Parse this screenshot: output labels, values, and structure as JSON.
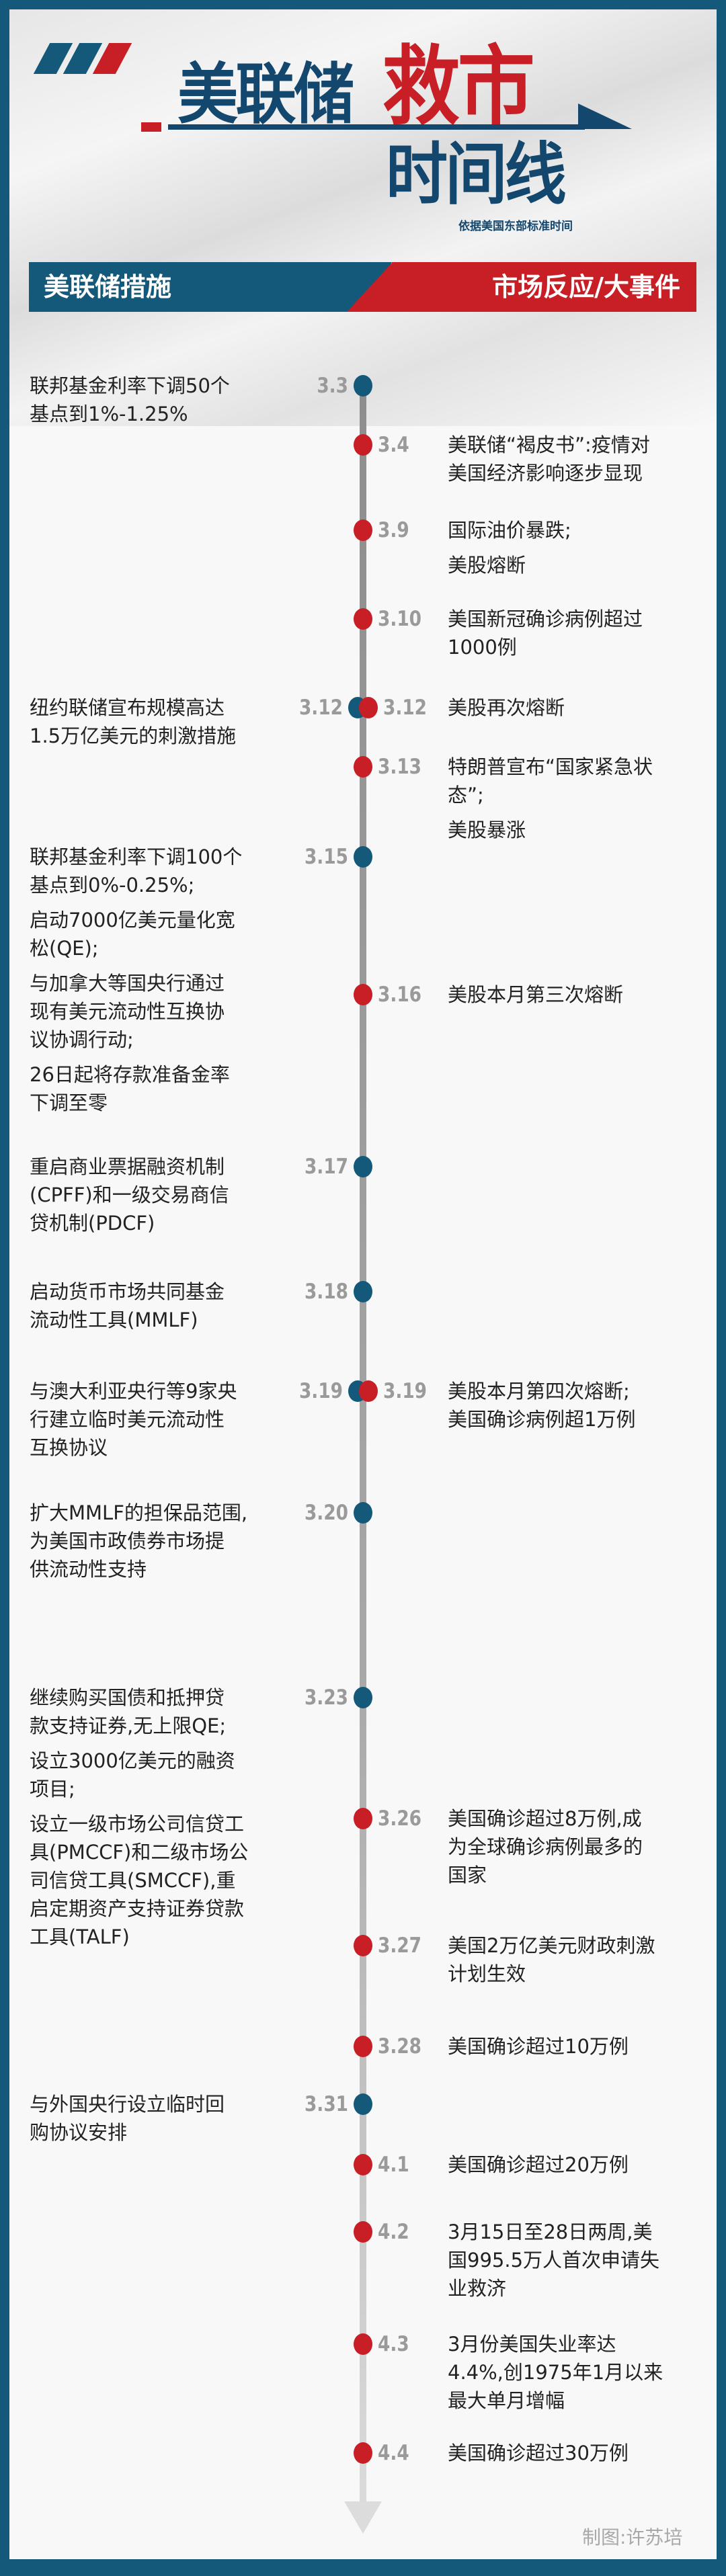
{
  "header": {
    "title_part1": "美联储",
    "title_part2": "救市",
    "title_line2": "时间线",
    "subtitle": "依据美国东部标准时间"
  },
  "banners": {
    "left": "美联储措施",
    "right": "市场反应/大事件"
  },
  "colors": {
    "fed_blue": "#14587a",
    "event_red": "#c81e26",
    "date_gray": "#9a9a9a"
  },
  "fed_measures": [
    {
      "date": "3.3",
      "paragraphs": [
        [
          "联邦基金利率下调50个",
          "基点到1%-1.25%"
        ]
      ]
    },
    {
      "date": "3.12",
      "paragraphs": [
        [
          "纽约联储宣布规模高达",
          "1.5万亿美元的刺激措施"
        ]
      ]
    },
    {
      "date": "3.15",
      "paragraphs": [
        [
          "联邦基金利率下调100个",
          "基点到0%-0.25%;"
        ],
        [
          "启动7000亿美元量化宽",
          "松(QE);"
        ],
        [
          "与加拿大等国央行通过",
          "现有美元流动性互换协",
          "议协调行动;"
        ],
        [
          "26日起将存款准备金率",
          "下调至零"
        ]
      ]
    },
    {
      "date": "3.17",
      "paragraphs": [
        [
          "重启商业票据融资机制",
          "(CPFF)和一级交易商信",
          "贷机制(PDCF)"
        ]
      ]
    },
    {
      "date": "3.18",
      "paragraphs": [
        [
          "启动货币市场共同基金",
          "流动性工具(MMLF)"
        ]
      ]
    },
    {
      "date": "3.19",
      "paragraphs": [
        [
          "与澳大利亚央行等9家央",
          "行建立临时美元流动性",
          "互换协议"
        ]
      ]
    },
    {
      "date": "3.20",
      "paragraphs": [
        [
          "扩大MMLF的担保品范围,",
          "为美国市政债券市场提",
          "供流动性支持"
        ]
      ]
    },
    {
      "date": "3.23",
      "paragraphs": [
        [
          "继续购买国债和抵押贷",
          "款支持证券,无上限QE;"
        ],
        [
          "设立3000亿美元的融资",
          "项目;"
        ],
        [
          "设立一级市场公司信贷工",
          "具(PMCCF)和二级市场公",
          "司信贷工具(SMCCF),重",
          "启定期资产支持证券贷款",
          "工具(TALF)"
        ]
      ]
    },
    {
      "date": "3.31",
      "paragraphs": [
        [
          "与外国央行设立临时回",
          "购协议安排"
        ]
      ]
    }
  ],
  "market_events": [
    {
      "date": "3.4",
      "paragraphs": [
        [
          "美联储“褐皮书”:疫情对",
          "美国经济影响逐步显现"
        ]
      ]
    },
    {
      "date": "3.9",
      "paragraphs": [
        [
          "国际油价暴跌;"
        ],
        [
          "美股熔断"
        ]
      ]
    },
    {
      "date": "3.10",
      "paragraphs": [
        [
          "美国新冠确诊病例超过",
          "1000例"
        ]
      ]
    },
    {
      "date": "3.12",
      "paragraphs": [
        [
          "美股再次熔断"
        ]
      ]
    },
    {
      "date": "3.13",
      "paragraphs": [
        [
          "特朗普宣布“国家紧急状",
          "态”;"
        ],
        [
          "美股暴涨"
        ]
      ]
    },
    {
      "date": "3.16",
      "paragraphs": [
        [
          "美股本月第三次熔断"
        ]
      ]
    },
    {
      "date": "3.19",
      "paragraphs": [
        [
          "美股本月第四次熔断;",
          "美国确诊病例超1万例"
        ]
      ]
    },
    {
      "date": "3.26",
      "paragraphs": [
        [
          "美国确诊超过8万例,成",
          "为全球确诊病例最多的",
          "国家"
        ]
      ]
    },
    {
      "date": "3.27",
      "paragraphs": [
        [
          "美国2万亿美元财政刺激",
          "计划生效"
        ]
      ]
    },
    {
      "date": "3.28",
      "paragraphs": [
        [
          "美国确诊超过10万例"
        ]
      ]
    },
    {
      "date": "4.1",
      "paragraphs": [
        [
          "美国确诊超过20万例"
        ]
      ]
    },
    {
      "date": "4.2",
      "paragraphs": [
        [
          "3月15日至28日两周,美",
          "国995.5万人首次申请失",
          "业救济"
        ]
      ]
    },
    {
      "date": "4.3",
      "paragraphs": [
        [
          "3月份美国失业率达",
          "4.4%,创1975年1月以来",
          "最大单月增幅"
        ]
      ]
    },
    {
      "date": "4.4",
      "paragraphs": [
        [
          "美国确诊超过30万例"
        ]
      ]
    }
  ],
  "footer": {
    "credit": "制图:许苏培"
  }
}
